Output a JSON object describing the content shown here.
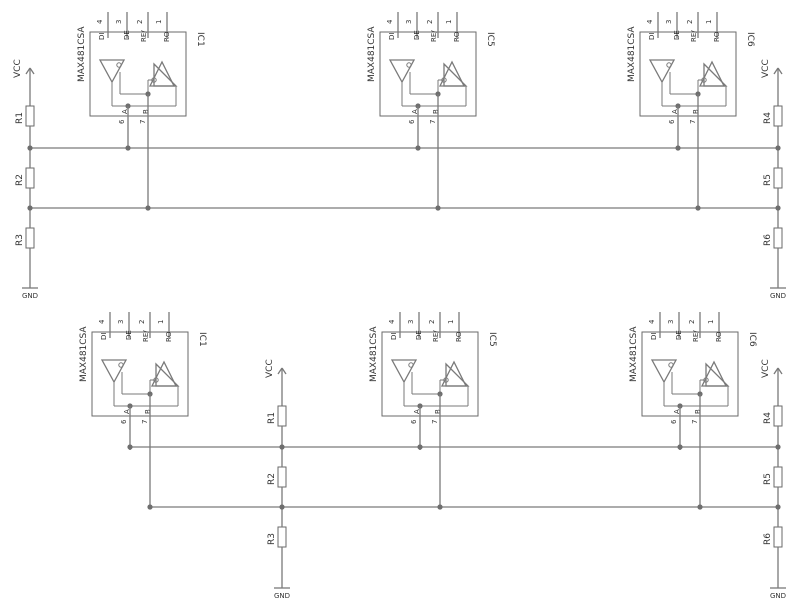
{
  "top": {
    "ics": [
      {
        "part": "MAX481CSA",
        "ref": "IC1"
      },
      {
        "part": "MAX481CSA",
        "ref": "IC5"
      },
      {
        "part": "MAX481CSA",
        "ref": "IC6"
      }
    ],
    "resistors": [
      "R1",
      "R2",
      "R3",
      "R4",
      "R5",
      "R6"
    ]
  },
  "bottom": {
    "ics": [
      {
        "part": "MAX481CSA",
        "ref": "IC1"
      },
      {
        "part": "MAX481CSA",
        "ref": "IC5"
      },
      {
        "part": "MAX481CSA",
        "ref": "IC6"
      }
    ],
    "resistors": [
      "R1",
      "R2",
      "R3",
      "R4",
      "R5",
      "R6"
    ]
  },
  "pins": {
    "p4": "4",
    "p3": "3",
    "p2": "2",
    "p1": "1",
    "p6": "6",
    "p7": "7",
    "di": "DI",
    "de": "DE",
    "re": "RE/",
    "ro": "RO",
    "a": "A",
    "b": "B"
  },
  "power": {
    "vcc": "VCC",
    "gnd": "GND"
  }
}
